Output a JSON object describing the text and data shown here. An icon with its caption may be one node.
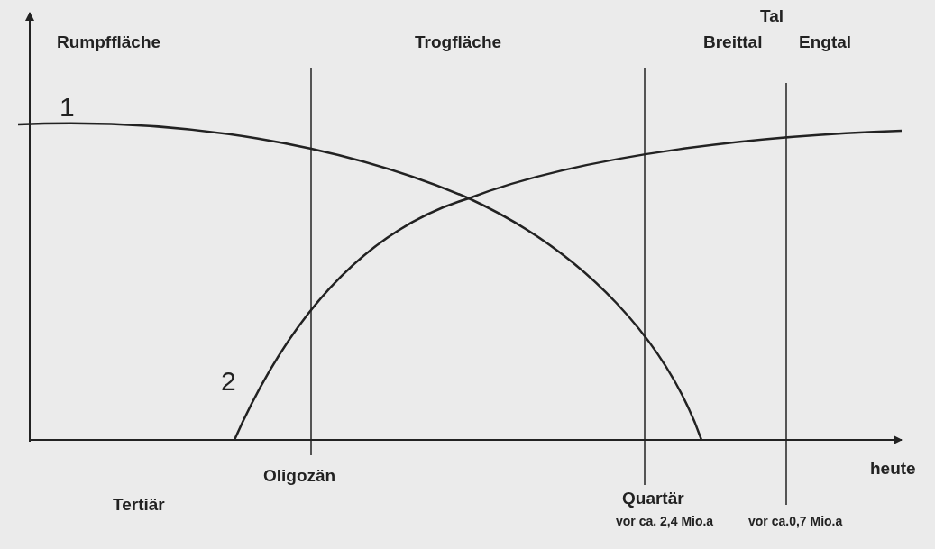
{
  "diagram": {
    "labels": [
      "Rumpffläche",
      "Trogfläche",
      "Tal",
      "Breittal",
      "Engtal",
      "1",
      "2",
      "Oligozän",
      "heute",
      "Tertiär",
      "Quartär",
      "vor ca. 2,4 Mio.a",
      "vor ca.0,7 Mio.a"
    ]
  }
}
